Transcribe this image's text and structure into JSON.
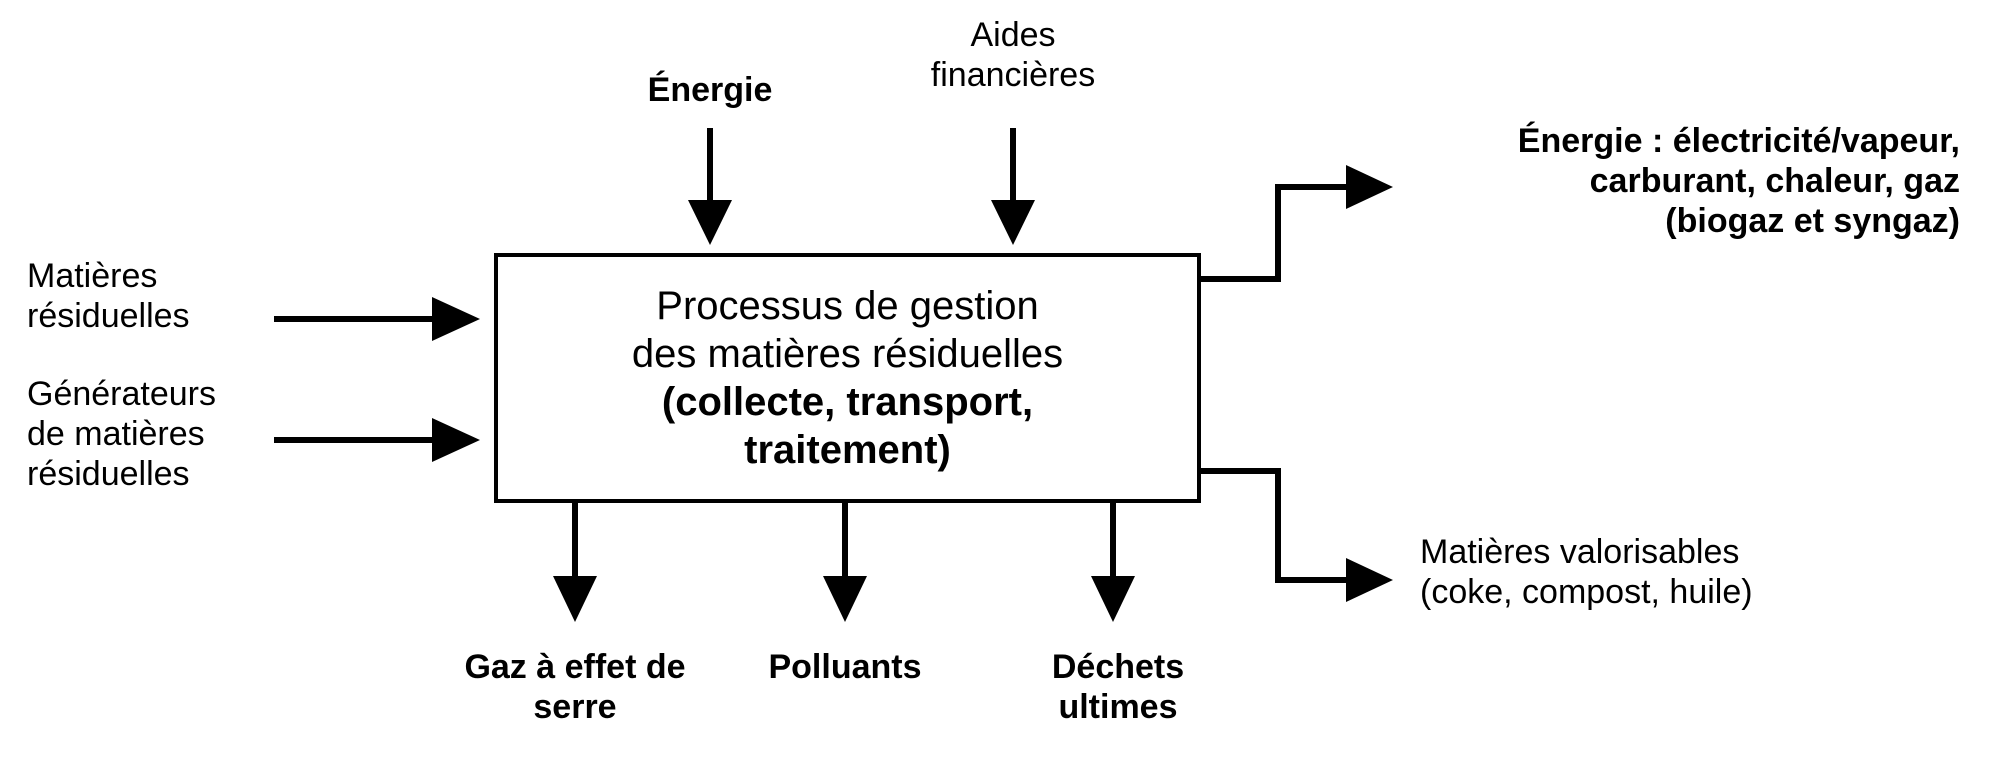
{
  "diagram": {
    "process": {
      "line1": "Processus de gestion",
      "line2": "des matières résiduelles",
      "line3": "(collecte, transport,",
      "line4": "traitement)"
    },
    "inputs_top": {
      "energie": "Énergie",
      "aides_line1": "Aides",
      "aides_line2": "financières"
    },
    "inputs_left": {
      "matieres_line1": "Matières",
      "matieres_line2": "résiduelles",
      "generateurs_line1": "Générateurs",
      "generateurs_line2": "de matières",
      "generateurs_line3": "résiduelles"
    },
    "outputs_right": {
      "energie_line1": "Énergie : électricité/vapeur,",
      "energie_line2": "carburant, chaleur, gaz",
      "energie_line3": "(biogaz et syngaz)",
      "valorisables_line1": "Matières valorisables",
      "valorisables_line2": "(coke, compost, huile)"
    },
    "outputs_bottom": {
      "ges_line1": "Gaz à effet de",
      "ges_line2": "serre",
      "polluants": "Polluants",
      "dechets_line1": "Déchets",
      "dechets_line2": "ultimes"
    }
  }
}
